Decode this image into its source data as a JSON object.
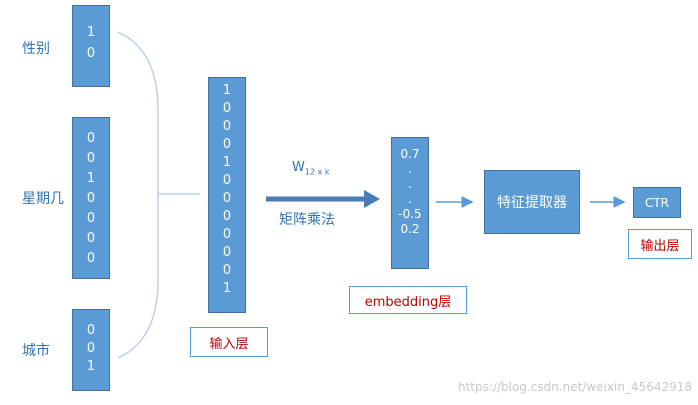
{
  "features": {
    "gender": {
      "label": "性别",
      "values": [
        "1",
        "0"
      ]
    },
    "weekday": {
      "label": "星期几",
      "values": [
        "0",
        "0",
        "1",
        "0",
        "0",
        "0",
        "0"
      ]
    },
    "city": {
      "label": "城市",
      "values": [
        "0",
        "0",
        "1"
      ]
    }
  },
  "input_layer": {
    "values": [
      "1",
      "0",
      "0",
      "0",
      "1",
      "0",
      "0",
      "0",
      "0",
      "0",
      "0",
      "1"
    ],
    "label": "输入层"
  },
  "weight": {
    "symbol": "W",
    "subscript": "12 x k",
    "operation": "矩阵乘法"
  },
  "embedding": {
    "values": [
      "0.7",
      ".",
      ".",
      ".",
      "-0.5",
      "0.2"
    ],
    "label": "embedding层"
  },
  "extractor": {
    "label": "特征提取器"
  },
  "output": {
    "value": "CTR",
    "label": "输出层"
  },
  "watermark": "https://blog.csdn.net/weixin_45642918",
  "colors": {
    "block_fill": "#5b9bd5",
    "block_border": "#41719c",
    "label_text": "#2e75b6",
    "tag_text": "#c00000",
    "arrow": "#5b9bd5",
    "thick_arrow": "#4a7bb5",
    "bracket": "#bdd0e9"
  }
}
